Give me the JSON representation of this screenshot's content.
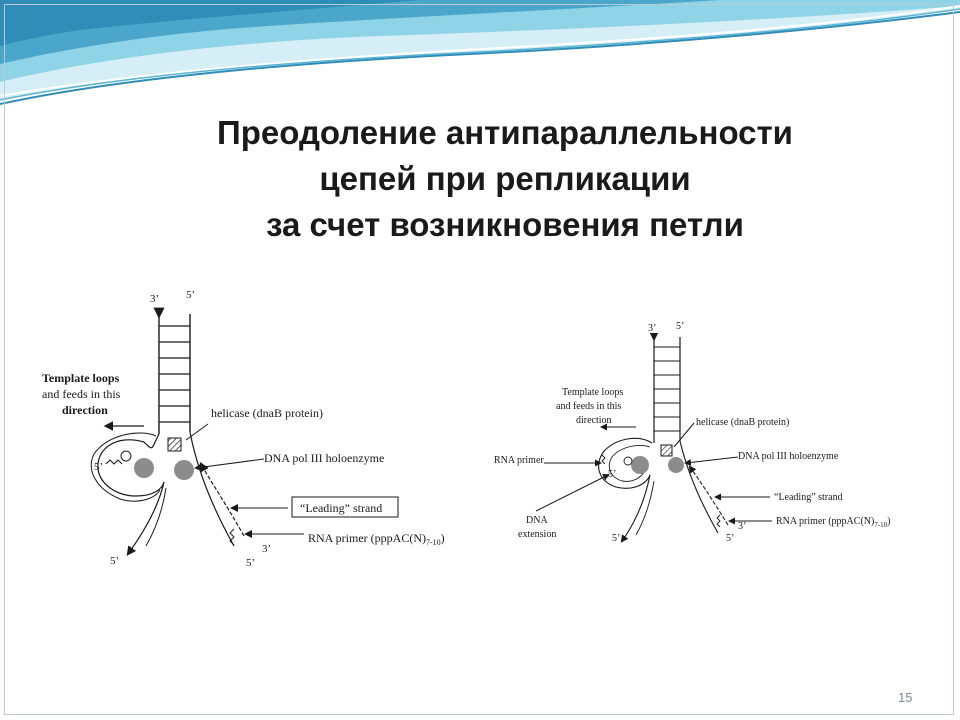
{
  "slide": {
    "title_lines": [
      "Преодоление антипараллельности",
      "цепей при репликации",
      "за счет возникновения петли"
    ],
    "page_number": "15"
  },
  "figure_left": {
    "top_3": "3’",
    "top_5": "5’",
    "template_loops_lines": [
      "Template loops",
      "and feeds in this",
      "direction"
    ],
    "helicase": "helicase (dnaB protein)",
    "pol": "DNA pol III holoenzyme",
    "leading": "“Leading” strand",
    "rna_primer": "RNA primer (pppAC(N)",
    "rna_primer_sub": "7-10",
    "rna_primer_close": ")",
    "loop_5": "5’",
    "bottom_left_5": "5’",
    "bottom_3": "3’",
    "bottom_5": "5’"
  },
  "figure_right": {
    "top_3": "3’",
    "top_5": "5’",
    "template_loops_lines": [
      "Template loops",
      "and feeds in this",
      "direction"
    ],
    "rna_primer_left": "RNA primer",
    "helicase": "helicase (dnaB protein)",
    "pol": "DNA pol III holoenzyme",
    "leading": "“Leading” strand",
    "dna_ext_lines": [
      "DNA",
      "extension"
    ],
    "rna_primer": "RNA primer (pppAC(N)",
    "rna_primer_sub": "7-10",
    "rna_primer_close": ")",
    "loop_5": "5’",
    "bottom_left_5": "5’",
    "bottom_3": "3’",
    "bottom_5": "5’"
  },
  "colors": {
    "banner_dark": "#2f8db7",
    "banner_light": "#8fd3e6",
    "banner_pale": "#d6eef5",
    "frame": "#b9cbd3",
    "protein_gray": "#8c8c8c"
  }
}
